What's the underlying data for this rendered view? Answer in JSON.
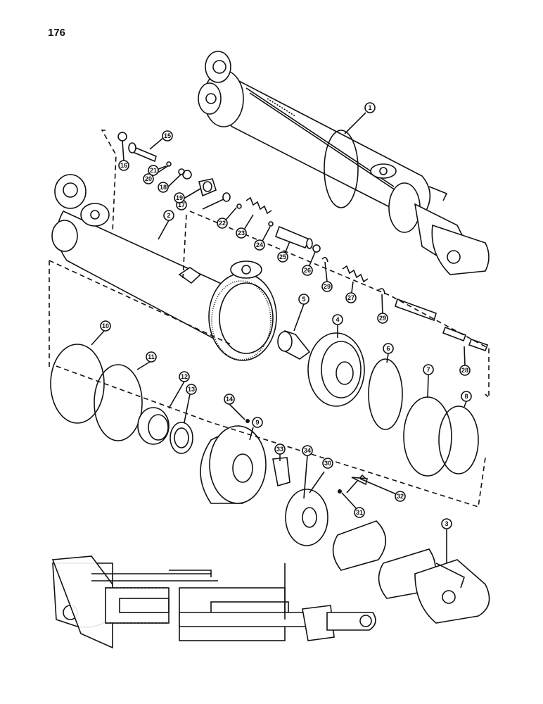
{
  "page_number": "176",
  "callouts": [
    {
      "id": "c1",
      "label": "1"
    },
    {
      "id": "c2",
      "label": "2"
    },
    {
      "id": "c3",
      "label": "3"
    },
    {
      "id": "c4",
      "label": "4"
    },
    {
      "id": "c5",
      "label": "5"
    },
    {
      "id": "c6",
      "label": "6"
    },
    {
      "id": "c7",
      "label": "7"
    },
    {
      "id": "c8",
      "label": "8"
    },
    {
      "id": "c9",
      "label": "9"
    },
    {
      "id": "c10",
      "label": "10"
    },
    {
      "id": "c11",
      "label": "11"
    },
    {
      "id": "c12",
      "label": "12"
    },
    {
      "id": "c13",
      "label": "13"
    },
    {
      "id": "c14",
      "label": "14"
    },
    {
      "id": "c15",
      "label": "15"
    },
    {
      "id": "c16",
      "label": "16"
    },
    {
      "id": "c17",
      "label": "17"
    },
    {
      "id": "c18",
      "label": "18"
    },
    {
      "id": "c19",
      "label": "19"
    },
    {
      "id": "c20",
      "label": "20"
    },
    {
      "id": "c21",
      "label": "21"
    },
    {
      "id": "c22",
      "label": "22"
    },
    {
      "id": "c23",
      "label": "23"
    },
    {
      "id": "c24",
      "label": "24"
    },
    {
      "id": "c25",
      "label": "25"
    },
    {
      "id": "c26",
      "label": "26"
    },
    {
      "id": "c27",
      "label": "27"
    },
    {
      "id": "c28",
      "label": "28"
    },
    {
      "id": "c29a",
      "label": "29"
    },
    {
      "id": "c29b",
      "label": "29"
    },
    {
      "id": "c30",
      "label": "30"
    },
    {
      "id": "c31",
      "label": "31"
    },
    {
      "id": "c32",
      "label": "32"
    },
    {
      "id": "c33",
      "label": "33"
    },
    {
      "id": "c34",
      "label": "34"
    }
  ]
}
